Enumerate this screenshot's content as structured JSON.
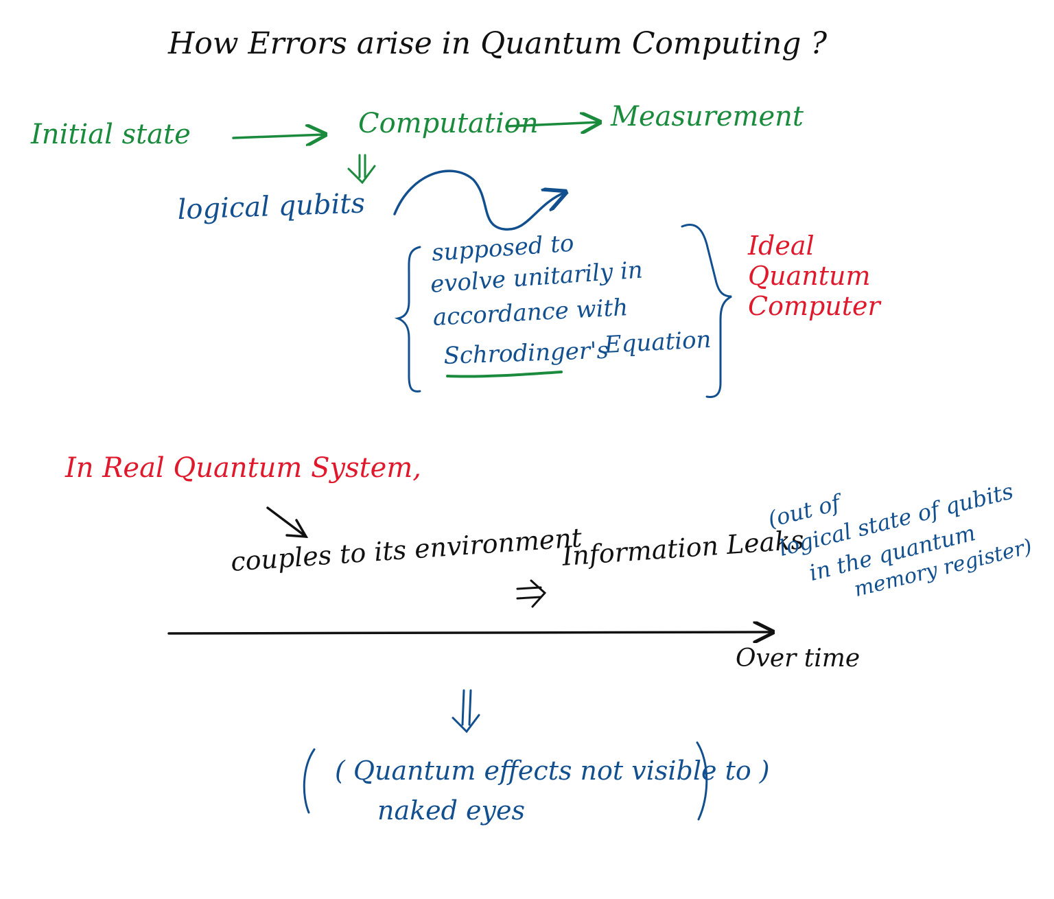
{
  "title": "How Errors arise in Quantum Computing ?",
  "flow": {
    "initial_state": "Initial state",
    "computation": "Computation",
    "measurement": "Measurement"
  },
  "logical_qubits": "logical qubits",
  "ideal_note": {
    "lines": [
      "supposed to",
      "evolve unitarily in",
      "accordance with",
      "Schrodinger's",
      "Equation"
    ],
    "label": "Ideal\nQuantum\nComputer"
  },
  "real_section": {
    "heading": "In Real Quantum System,",
    "couples": "couples to its environment",
    "information_leaks": "Information Leaks",
    "leak_detail_lines": [
      "(out of",
      "logical state of qubits",
      "in the quantum",
      "memory register)"
    ],
    "timeline_label": "Over time"
  },
  "result": {
    "line_1": "( Quantum effects not visible to )",
    "line_2": "naked eyes"
  },
  "colors": {
    "black": "#111111",
    "green": "#1a8a3c",
    "blue": "#124f8f",
    "red": "#e0182b"
  }
}
